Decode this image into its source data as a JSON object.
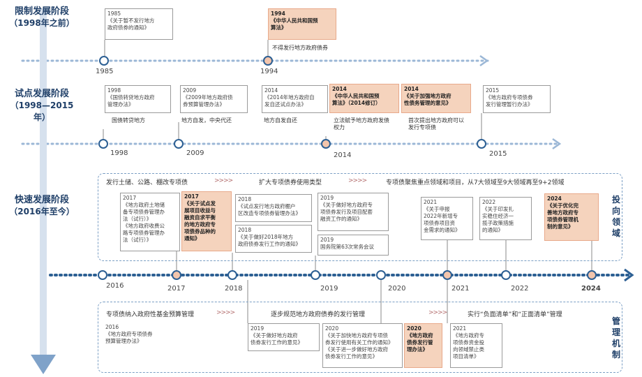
{
  "stages": [
    {
      "title": "限制发展阶段",
      "period": "（1998年之前）"
    },
    {
      "title": "试点发展阶段",
      "period": "（1998—2015年）"
    },
    {
      "title": "快速发展阶段",
      "period": "（2016年至今）"
    }
  ],
  "row1": {
    "boxes": [
      {
        "text": "1985\n《关于暂不发行地方\n政府债券的通知》"
      },
      {
        "text": "1994\n《中华人民共和国预\n算法》"
      }
    ],
    "note": "不得发行地方政府债券",
    "years": [
      "1985",
      "1994"
    ]
  },
  "row2": {
    "boxes": [
      {
        "text": "1998\n《国债转贷地方政府\n管理办法》"
      },
      {
        "text": "2009\n《2009年地方政府债\n券预算管理办法》"
      },
      {
        "text": "2014\n《2014年地方政府自\n发自还试点办法》"
      },
      {
        "text": "2014\n《中华人民共和国预\n算法》（2014修订）"
      },
      {
        "text": "2014\n《关于加强地方政府\n性债务管理的意见》"
      },
      {
        "text": "2015\n《地方政府专项债券\n发行管理暂行办法》"
      }
    ],
    "notes": [
      "国债转贷地方",
      "地方自发，中央代还",
      "地方自发自还",
      "立法赋予地方政府发债\n权力",
      "首次提出地方政府可以\n发行专项债"
    ],
    "years": [
      "1998",
      "2009",
      "2014",
      "2015"
    ]
  },
  "row3": {
    "themes": [
      "发行土储、公路、棚改专项债",
      "扩大专项债券使用类型",
      "专项债聚焦重点领域和项目，从7大领域至9大领域再至9+2领域"
    ],
    "side_label": "投\n向\n领\n域",
    "boxes": [
      {
        "text": "2017\n《地方政府土地储\n备专项债券管理办\n法（试行）》\n《地方政府收费公\n路专项债券管理办\n法（试行）》"
      },
      {
        "text": "2017\n《关于试点发\n展项目收益与\n融资自求平衡\n的地方政府专\n项债券品种的\n通知》"
      },
      {
        "text": "2018\n《试点发行地方政府棚户\n区改造专项债券管理办法》"
      },
      {
        "text": "2018\n《关于做好2018年地方\n政府债券发行工作的通知》"
      },
      {
        "text": "2019\n《关于做好地方政府专\n项债券发行及项目配套\n融资工作的通知》"
      },
      {
        "text": "2019\n国务院第63次常务会议"
      },
      {
        "text": "2021\n《关于申报\n2022年新增专\n项债券项目资\n金需求的通知》"
      },
      {
        "text": "2022\n《关于印发扎\n实稳住经济一\n揽子政策措施\n的通知》"
      },
      {
        "text": "2024\n《关于优化完\n善地方政府专\n项债券管理机\n制的意见》"
      }
    ]
  },
  "timeline3_years": [
    "2016",
    "2017",
    "2018",
    "2019",
    "2020",
    "2021",
    "2022",
    "2024"
  ],
  "row4": {
    "themes": [
      "专项债纳入政府性基金预算管理",
      "逐步规范地方政府债券的发行管理",
      "实行“负面清单”和“正面清单”管理"
    ],
    "side_label": "管\n理\n机\n制",
    "boxes": [
      {
        "text": "2016\n《地方政府专项债券\n预算管理办法》"
      },
      {
        "text": "2019\n《关于做好地方政府\n债券发行工作的意见》"
      },
      {
        "text": "2020\n《关于加快地方政府专项债\n券发行使用有关工作的通知》\n《关于进一步做好地方政府\n债券发行工作的意见》"
      },
      {
        "text": "2020\n《地方政府\n债券发行管\n理办法》"
      },
      {
        "text": "2021\n《地方政府专\n项债券资金投\n向领域禁止类\n项目清单》"
      }
    ]
  },
  "colors": {
    "accent": "#2c5f93",
    "highlight": "#f5d3bd",
    "title": "#1f3f68"
  }
}
